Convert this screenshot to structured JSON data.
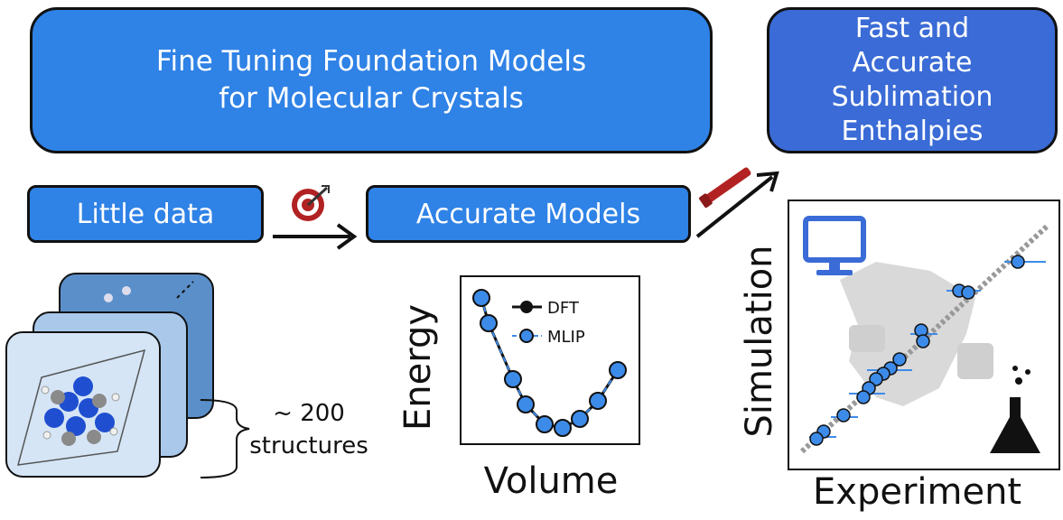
{
  "boxes": {
    "title": "Fine Tuning Foundation Models\nfor Molecular Crystals",
    "result": "Fast and\nAccurate\nSublimation\nEnthalpies",
    "little_data": "Little data",
    "accurate_models": "Accurate Models"
  },
  "structures_label": "~ 200\nstructures",
  "energy_plot": {
    "xlabel": "Volume",
    "ylabel": "Energy",
    "legend": [
      "DFT",
      "MLIP"
    ]
  },
  "parity_plot": {
    "xlabel": "Experiment",
    "ylabel": "Simulation"
  },
  "colors": {
    "box_blue": "#2f82e6",
    "result_blue": "#3a6bd6",
    "marker_blue": "#3d8be8",
    "target_red": "#b22222"
  },
  "icons": [
    "target-icon",
    "monitor-icon",
    "flask-icon",
    "crystal-structure-icon"
  ]
}
